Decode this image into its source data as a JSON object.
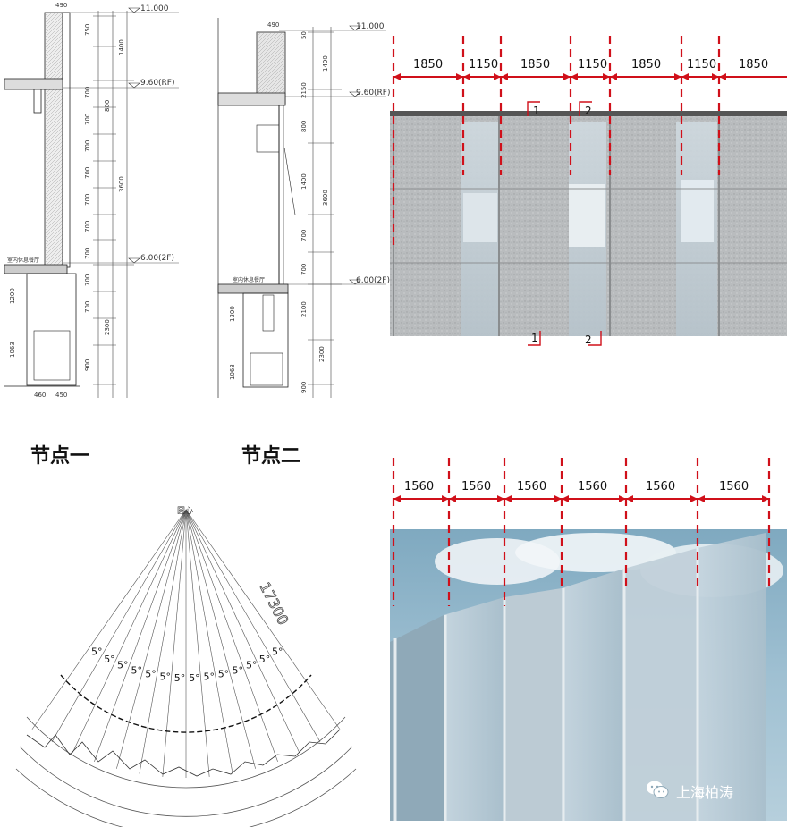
{
  "section_1": {
    "levels": [
      "11.000",
      "9.60(RF)",
      "6.00(2F)"
    ],
    "top_width": "490",
    "bottom_widths": [
      "460",
      "450"
    ],
    "dims_outer": [
      "1400",
      "3600"
    ],
    "dims_inner": [
      "750",
      "700",
      "700",
      "700",
      "700",
      "700",
      "700",
      "700",
      "700",
      "700",
      "900"
    ],
    "dims_mid": [
      "800",
      "1200",
      "2300",
      "1063"
    ],
    "room_label": "室内休息餐厅",
    "title": "节点一"
  },
  "section_2": {
    "levels": [
      "11.000",
      "9.60(RF)",
      "6.00(2F)"
    ],
    "top_width": "490",
    "dims_outer": [
      "1400",
      "3600"
    ],
    "dims_inner": [
      "50",
      "2150",
      "800",
      "1400",
      "700",
      "700",
      "2100",
      "2300",
      "900"
    ],
    "dims_left": [
      "1300",
      "1063"
    ],
    "room_label": "室内休息餐厅",
    "title": "节点二"
  },
  "elevation_top": {
    "spacings": [
      "1850",
      "1150",
      "1850",
      "1150",
      "1850",
      "1150",
      "1850"
    ],
    "section_marks_top": [
      "1",
      "2"
    ],
    "section_marks_bottom": [
      "1",
      "2"
    ]
  },
  "fan_plan": {
    "center_label": "圆心",
    "radius_label": "17300",
    "angle_label": "5°",
    "angle_count": 14
  },
  "elevation_bottom": {
    "spacings": [
      "1560",
      "1560",
      "1560",
      "1560",
      "1560",
      "1560"
    ]
  },
  "watermark": {
    "text": "上海柏涛",
    "icon": "wechat-icon"
  },
  "colors": {
    "dim_red": "#d0101a",
    "stone": "#b9bcbe",
    "sky": "#8fb4c9"
  }
}
